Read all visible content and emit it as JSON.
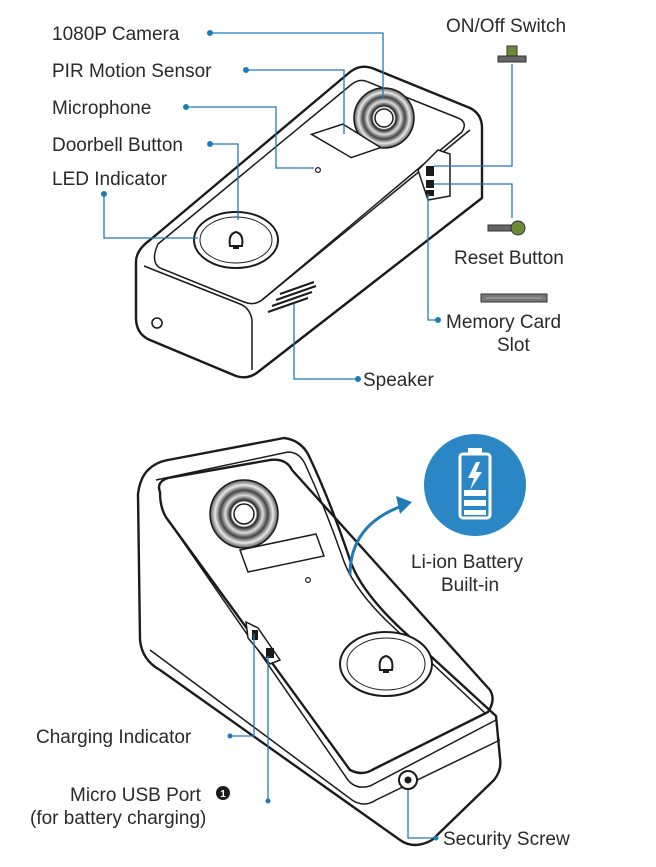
{
  "colors": {
    "leader": "#1f7bb6",
    "device_outline": "#1b1b1b",
    "battery_circle": "#2b86c5",
    "text": "#2a2a2a"
  },
  "labels": {
    "camera": "1080P Camera",
    "pir": "PIR Motion Sensor",
    "microphone": "Microphone",
    "doorbell_button": "Doorbell Button",
    "led": "LED Indicator",
    "on_off": "ON/Off Switch",
    "reset": "Reset Button",
    "memory_card_line1": "Memory Card",
    "memory_card_line2": "Slot",
    "speaker": "Speaker",
    "battery_line1": "Li-ion Battery",
    "battery_line2": "Built-in",
    "charging": "Charging Indicator",
    "usb_line1": "Micro USB Port",
    "usb_note_number": "1",
    "usb_line2": "(for battery charging)",
    "security_screw": "Security Screw"
  },
  "icons": {
    "doorbell_bell": "bell-icon",
    "battery": "battery-charging-icon",
    "rotate_arrow": "curved-arrow-icon"
  }
}
